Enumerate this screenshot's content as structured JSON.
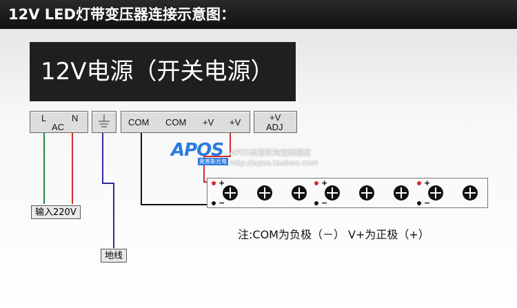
{
  "header": {
    "title": "12V LED灯带变压器连接示意图："
  },
  "psu": {
    "title": "12V电源（开关电源）"
  },
  "terminals": {
    "L": "L",
    "AC": "AC",
    "N": "N",
    "com1": "COM",
    "com2": "COM",
    "v1": "+V",
    "v2": "+V",
    "adj_top": "+V",
    "adj_bottom": "ADJ"
  },
  "labels": {
    "input": "输入220V",
    "ground": "地线"
  },
  "note": "注:COM为负极（－） V+为正极（+）",
  "strip": {
    "plus": "+",
    "minus": "−"
  },
  "watermark": {
    "logo": "APOS",
    "sub": "奥普斯光电",
    "shop": "APOS奥普斯淘宝旗舰店",
    "url": "http://apos.taobao.com"
  },
  "colors": {
    "live": "#d42a2a",
    "neutral": "#1a8a3a",
    "ground": "#2b2b9a",
    "neg": "#111111"
  }
}
